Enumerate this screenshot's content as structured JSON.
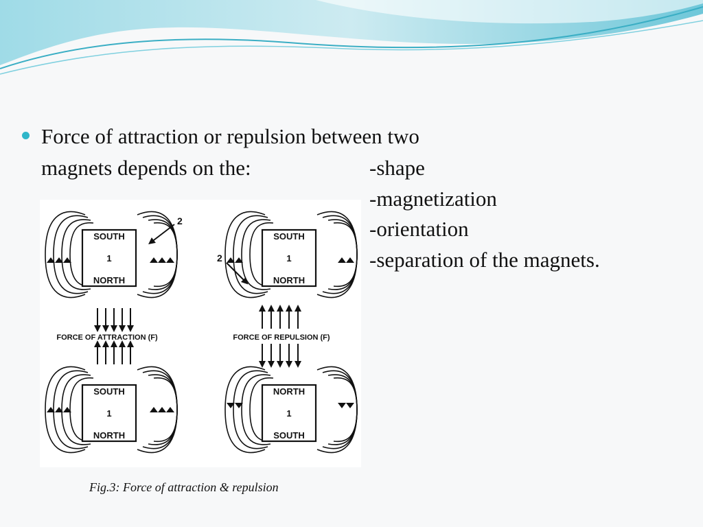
{
  "bullet": {
    "line1": "Force of attraction or repulsion between two",
    "line2": "magnets depends on the:",
    "items": [
      "-shape",
      "-magnetization",
      "-orientation",
      "-separation of the magnets."
    ]
  },
  "figure": {
    "attraction": {
      "top": {
        "top_label": "SOUTH",
        "mid_label": "1",
        "bottom_label": "NORTH"
      },
      "bottom": {
        "top_label": "SOUTH",
        "mid_label": "1",
        "bottom_label": "NORTH"
      },
      "force_label": "FORCE OF ATTRACTION (F)",
      "callout": "2"
    },
    "repulsion": {
      "top": {
        "top_label": "SOUTH",
        "mid_label": "1",
        "bottom_label": "NORTH"
      },
      "bottom": {
        "top_label": "NORTH",
        "mid_label": "1",
        "bottom_label": "SOUTH"
      },
      "force_label": "FORCE OF REPULSION (F)",
      "callout": "2"
    },
    "caption": "Fig.3: Force of attraction & repulsion"
  },
  "colors": {
    "accent": "#2fb6c9",
    "wave_light": "#bfe6ee",
    "wave_mid": "#7fd0df",
    "wave_dark": "#3aaec4"
  }
}
